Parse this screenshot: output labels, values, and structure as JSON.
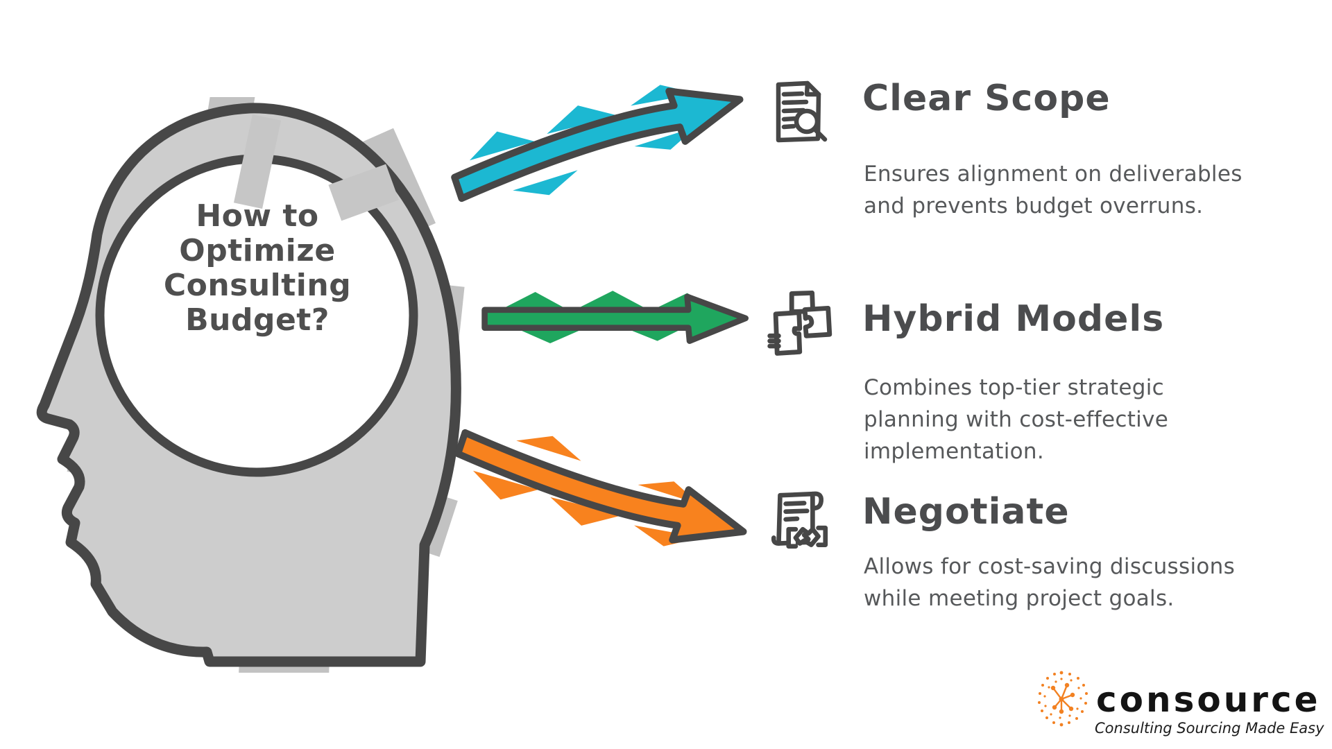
{
  "colors": {
    "cyan": "#1cb8d2",
    "green": "#1fa65e",
    "orange": "#f8821e",
    "ink": "#474747",
    "head_fill": "#cdcdcd",
    "patch_gray": "#c2c2c2",
    "title_text": "#4b4c4e",
    "body_text": "#56585a",
    "logo_orange": "#f28122",
    "logo_black": "#141414"
  },
  "head": {
    "title_lines": [
      "How to",
      "Optimize",
      "Consulting",
      "Budget?"
    ]
  },
  "items": [
    {
      "title": "Clear Scope",
      "icon": "document-magnifier-icon",
      "arrow": "curved-up",
      "desc_lines": [
        "Ensures alignment on deliverables",
        "and prevents budget overruns."
      ]
    },
    {
      "title": "Hybrid Models",
      "icon": "puzzle-pieces-icon",
      "arrow": "straight",
      "desc_lines": [
        "Combines top-tier strategic",
        "planning with cost-effective",
        "implementation."
      ]
    },
    {
      "title": "Negotiate",
      "icon": "contract-handshake-icon",
      "arrow": "curved-down",
      "desc_lines": [
        "Allows for cost-saving discussions",
        "while meeting project goals."
      ]
    }
  ],
  "logo": {
    "wordmark": "consource",
    "tagline": "Consulting Sourcing Made Easy"
  }
}
